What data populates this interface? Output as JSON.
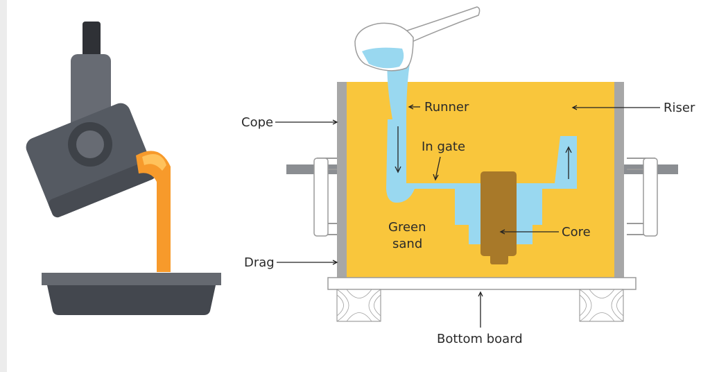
{
  "labels": {
    "runner": "Runner",
    "riser": "Riser",
    "cope": "Cope",
    "in_gate": "In gate",
    "green_sand_line1": "Green",
    "green_sand_line2": "sand",
    "core": "Core",
    "drag": "Drag",
    "bottom_board": "Bottom board"
  },
  "colors": {
    "sand": "#f9c63c",
    "molten_metal_blue": "#99d8f0",
    "molten_metal_orange": "#f79a2b",
    "core": "#a87929",
    "flask_wall": "#a7a7a7",
    "ladle_body": "#5b5f66"
  },
  "icons": [
    "ladle-icon",
    "crucible-pour-icon",
    "mold-tray-icon",
    "wood-block-icon",
    "clamp-icon"
  ]
}
